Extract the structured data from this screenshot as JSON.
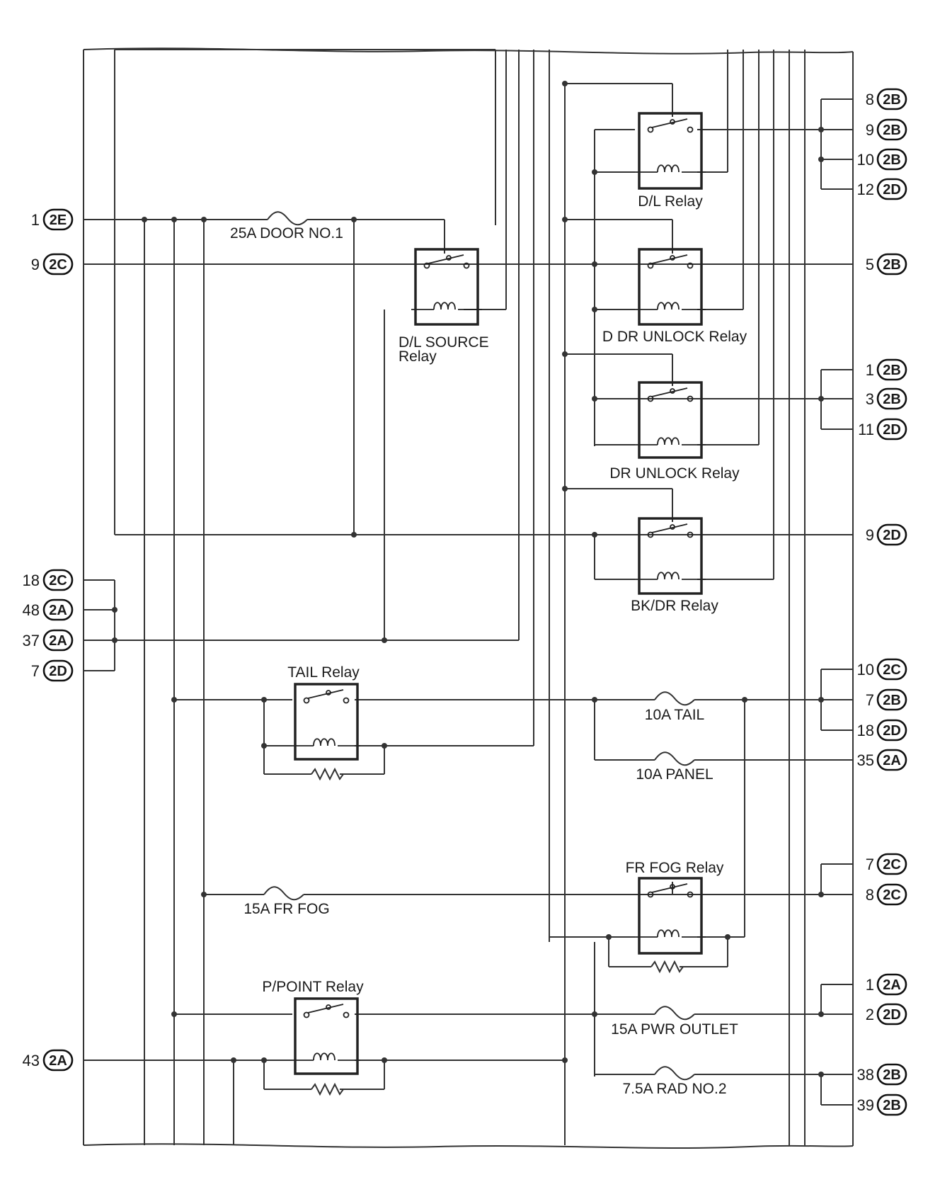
{
  "relays": {
    "dl": "D/L Relay",
    "dl_source_line1": "D/L SOURCE",
    "dl_source_line2": "Relay",
    "d_dr_unlock": "D DR UNLOCK Relay",
    "dr_unlock": "DR UNLOCK Relay",
    "bkdr": "BK/DR Relay",
    "tail": "TAIL Relay",
    "fr_fog": "FR FOG Relay",
    "ppoint": "P/POINT Relay"
  },
  "fuses": {
    "door1": "25A DOOR NO.1",
    "tail": "10A TAIL",
    "panel": "10A PANEL",
    "frfog": "15A FR FOG",
    "pwr": "15A PWR OUTLET",
    "rad2": "7.5A RAD NO.2"
  },
  "left_connectors": [
    {
      "pin": "1",
      "code": "2E"
    },
    {
      "pin": "9",
      "code": "2C"
    },
    {
      "pin": "18",
      "code": "2C"
    },
    {
      "pin": "48",
      "code": "2A"
    },
    {
      "pin": "37",
      "code": "2A"
    },
    {
      "pin": "7",
      "code": "2D"
    },
    {
      "pin": "43",
      "code": "2A"
    }
  ],
  "right_connectors": [
    {
      "pin": "8",
      "code": "2B"
    },
    {
      "pin": "9",
      "code": "2B"
    },
    {
      "pin": "10",
      "code": "2B"
    },
    {
      "pin": "12",
      "code": "2D"
    },
    {
      "pin": "5",
      "code": "2B"
    },
    {
      "pin": "1",
      "code": "2B"
    },
    {
      "pin": "3",
      "code": "2B"
    },
    {
      "pin": "11",
      "code": "2D"
    },
    {
      "pin": "9",
      "code": "2D"
    },
    {
      "pin": "10",
      "code": "2C"
    },
    {
      "pin": "7",
      "code": "2B"
    },
    {
      "pin": "18",
      "code": "2D"
    },
    {
      "pin": "35",
      "code": "2A"
    },
    {
      "pin": "7",
      "code": "2C"
    },
    {
      "pin": "8",
      "code": "2C"
    },
    {
      "pin": "1",
      "code": "2A"
    },
    {
      "pin": "2",
      "code": "2D"
    },
    {
      "pin": "38",
      "code": "2B"
    },
    {
      "pin": "39",
      "code": "2B"
    }
  ]
}
